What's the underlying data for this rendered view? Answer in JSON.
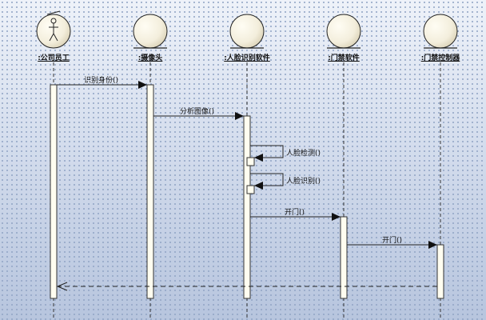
{
  "lifelines": [
    {
      "id": "employee",
      "name": ":公司员工",
      "kind": "actor"
    },
    {
      "id": "camera",
      "name": ":摄像头",
      "kind": "entity"
    },
    {
      "id": "face",
      "name": ":人脸识别软件",
      "kind": "entity"
    },
    {
      "id": "door_sw",
      "name": ":门禁软件",
      "kind": "entity"
    },
    {
      "id": "door_ctl",
      "name": ":门禁控制器",
      "kind": "entity"
    }
  ],
  "messages": [
    {
      "label": "识别身份()",
      "from": "employee",
      "to": "camera"
    },
    {
      "label": "分析图像()",
      "from": "camera",
      "to": "face"
    },
    {
      "label": "人脸检测()",
      "from": "face",
      "to": "face",
      "self": true
    },
    {
      "label": "人脸识别()",
      "from": "face",
      "to": "face",
      "self": true
    },
    {
      "label": "开门()",
      "from": "face",
      "to": "door_sw"
    },
    {
      "label": "开门()",
      "from": "door_sw",
      "to": "door_ctl"
    },
    {
      "label": "",
      "from": "door_ctl",
      "to": "employee",
      "return": true
    }
  ]
}
